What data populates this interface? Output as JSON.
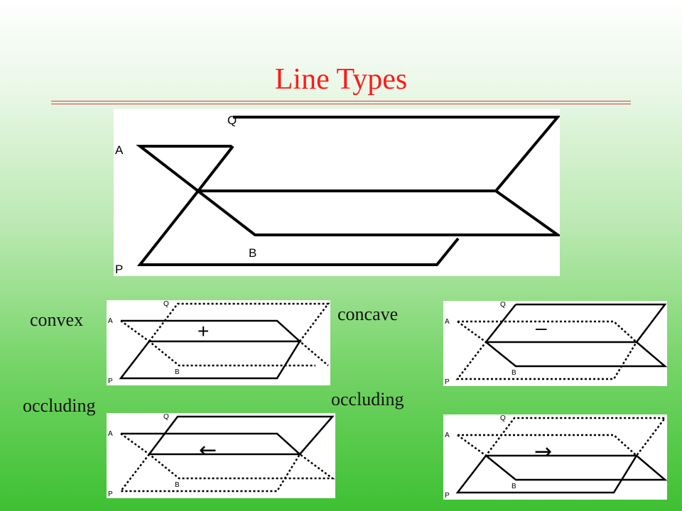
{
  "slide": {
    "title": "Line Types"
  },
  "main_figure": {
    "labels": {
      "a": "A",
      "b": "B",
      "p": "P",
      "q": "Q"
    }
  },
  "small_figures": [
    {
      "caption": "convex",
      "symbol": "+"
    },
    {
      "caption": "concave",
      "symbol": "–"
    },
    {
      "caption": "occluding",
      "symbol": "←"
    },
    {
      "caption": "occluding",
      "symbol": "→"
    }
  ],
  "small_labels": {
    "a": "A",
    "b": "B",
    "p": "P",
    "q": "Q"
  },
  "colors": {
    "title": "#ff1a1a",
    "rule": "#e23b3b"
  }
}
